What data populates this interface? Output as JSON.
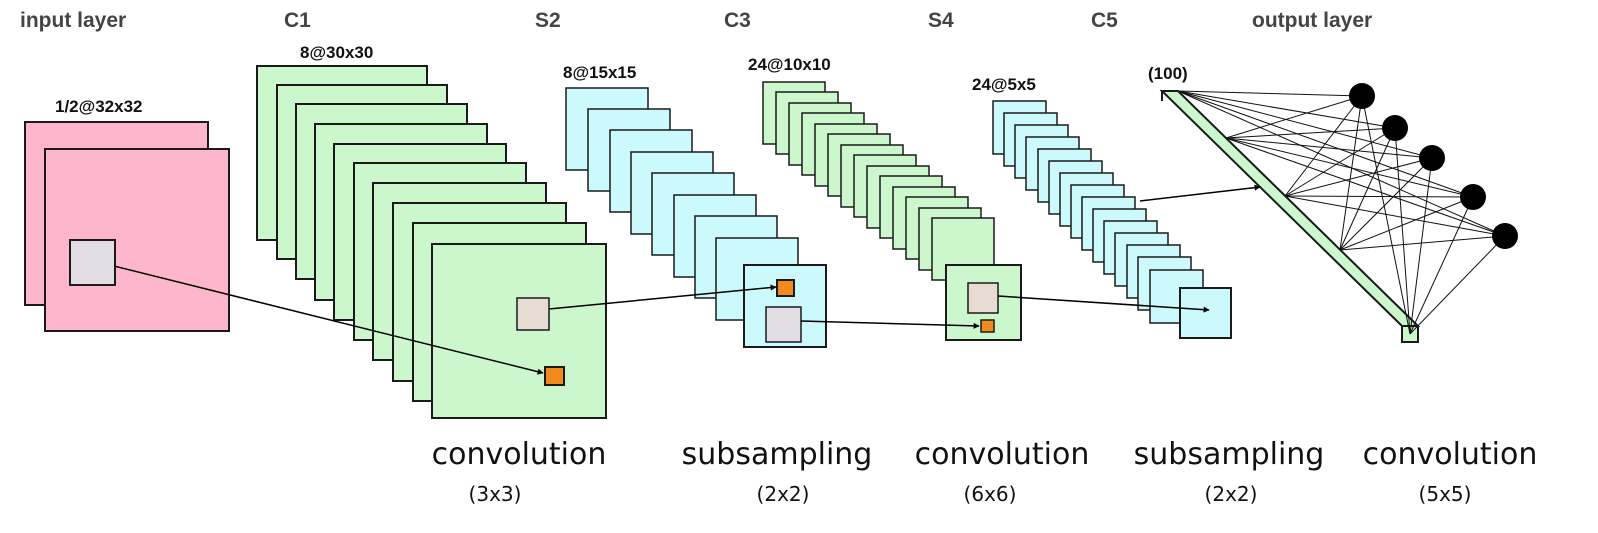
{
  "layers": [
    {
      "id": "input",
      "title": "input layer",
      "dims": "1/2@32x32",
      "color": "#fdb6cc"
    },
    {
      "id": "c1",
      "title": "C1",
      "dims": "8@30x30",
      "color": "#ccf7cc"
    },
    {
      "id": "s2",
      "title": "S2",
      "dims": "8@15x15",
      "color": "#ccf9fb"
    },
    {
      "id": "c3",
      "title": "C3",
      "dims": "24@10x10",
      "color": "#ccf7cc"
    },
    {
      "id": "s4",
      "title": "S4",
      "dims": "24@5x5",
      "color": "#ccf9fb"
    },
    {
      "id": "c5",
      "title": "C5",
      "dims": "(100)",
      "color": "#ccf7cc"
    },
    {
      "id": "output",
      "title": "output layer",
      "dims": "",
      "color": "#000000"
    }
  ],
  "operations": [
    {
      "name": "convolution",
      "kernel": "(3x3)"
    },
    {
      "name": "subsampling",
      "kernel": "(2x2)"
    },
    {
      "name": "convolution",
      "kernel": "(6x6)"
    },
    {
      "name": "subsampling",
      "kernel": "(2x2)"
    },
    {
      "name": "convolution",
      "kernel": "(5x5)"
    }
  ],
  "colors": {
    "input_map": "#fdb6cc",
    "conv_map": "#ccf7cc",
    "pool_map": "#ccf9fb",
    "receptive_field": "#e3dde6",
    "receptive_field_alt": "#e6dcd3",
    "output_unit": "#f28a1d",
    "node": "#000000",
    "stroke": "#1a1a1a"
  },
  "icons": {
    "arrow": "arrowhead-icon",
    "neuron": "output-neuron-icon"
  }
}
